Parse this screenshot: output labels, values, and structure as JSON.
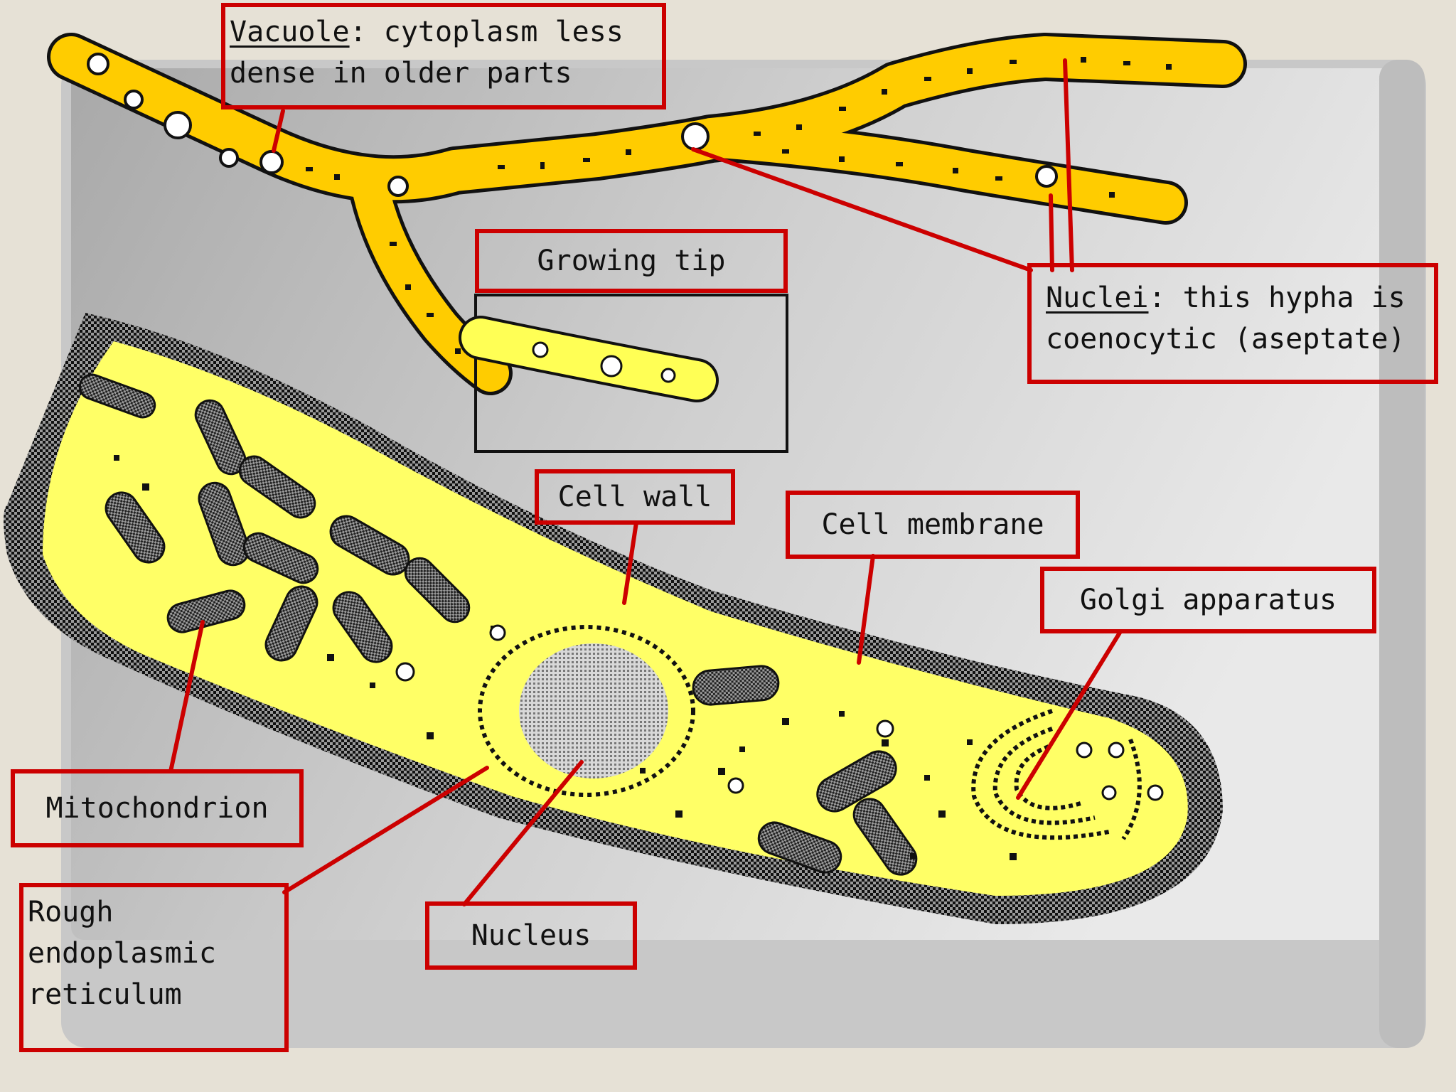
{
  "labels": {
    "vacuole": {
      "term": "Vacuole",
      "rest": ": cytoplasm less",
      "line2": "dense in older parts"
    },
    "growing_tip": "Growing tip",
    "nuclei": {
      "term": "Nuclei",
      "rest": ": this hypha is",
      "line2": "coenocytic (aseptate)"
    },
    "cell_wall": "Cell wall",
    "cell_membrane": "Cell membrane",
    "golgi": "Golgi apparatus",
    "mitochondrion": "Mitochondrion",
    "rough_er": [
      "Rough",
      "endoplasmic",
      "reticulum"
    ],
    "nucleus": "Nucleus"
  },
  "colors": {
    "page_background": "#e6e1d6",
    "label_border": "#cc0000",
    "leader_line": "#cc0000",
    "hypha_fill": "#ffcc00",
    "cell_fill": "#ffff66",
    "organelle_fill": "#555555",
    "text": "#111111"
  }
}
